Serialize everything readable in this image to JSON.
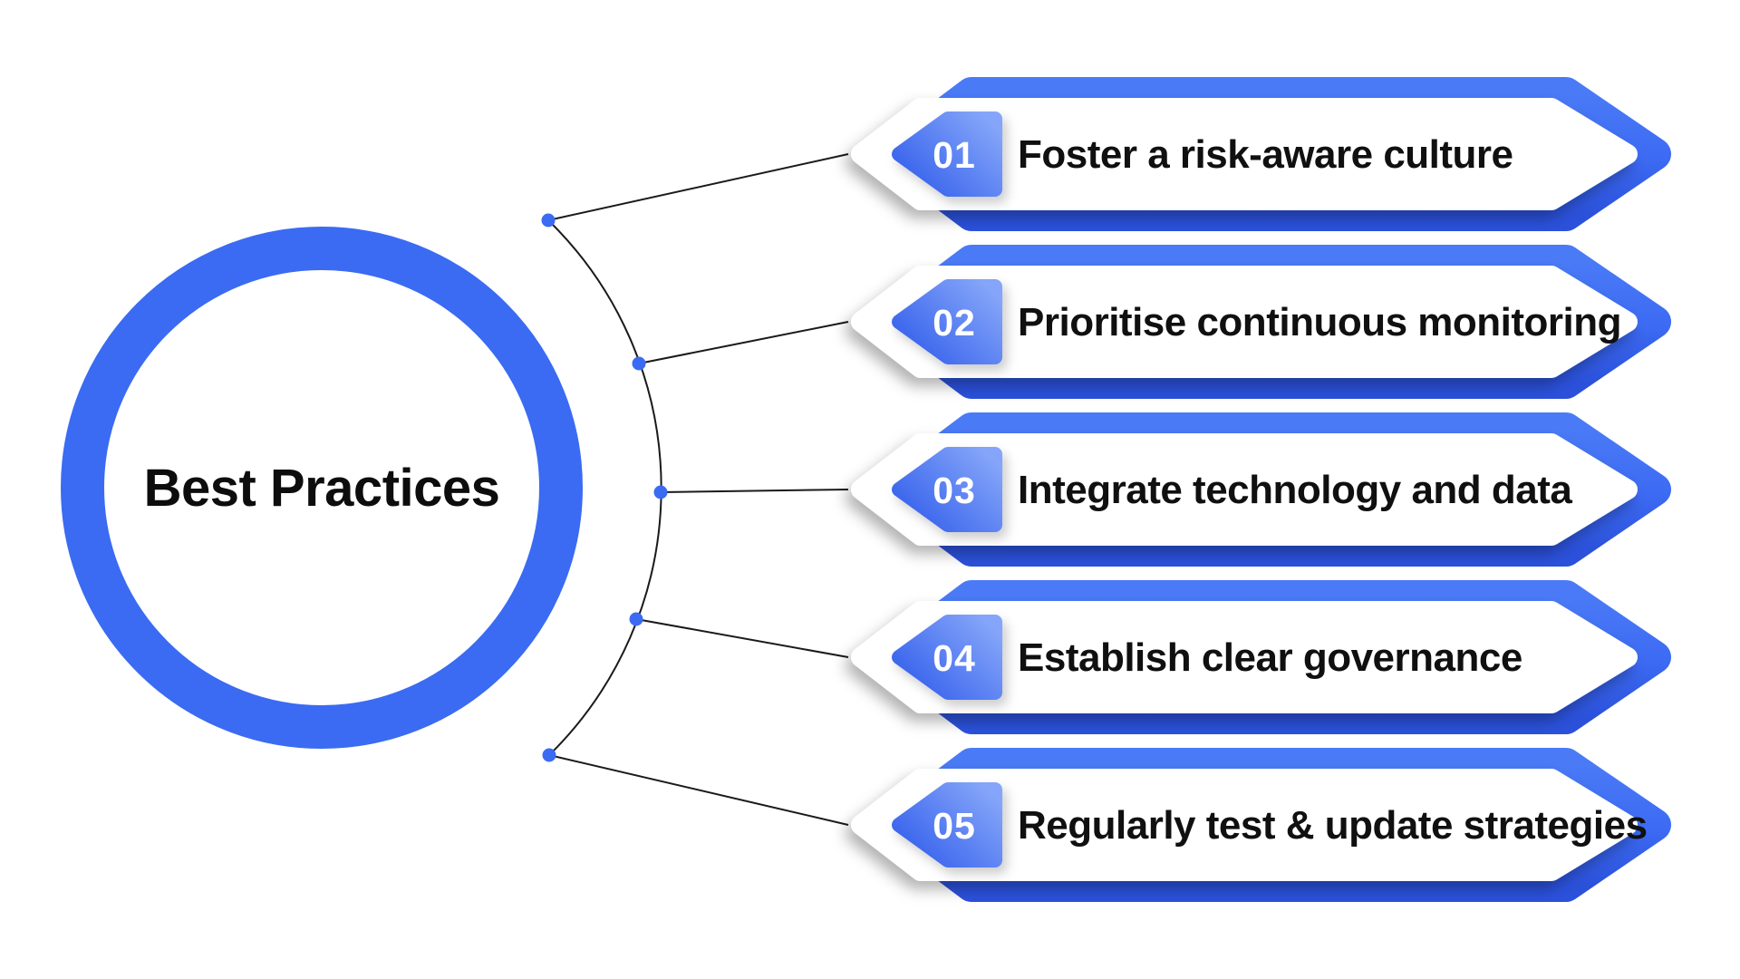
{
  "center": {
    "title": "Best Practices"
  },
  "colors": {
    "accent_blue": "#3a6bf2",
    "banner_blue_top": "#4a7af6",
    "banner_blue_bottom": "#2b51db",
    "badge_gradient_start": "#3560ec",
    "badge_gradient_end": "#84a5f9",
    "text_black": "#101010",
    "connector_black": "#1a1a1a",
    "card_white": "#ffffff"
  },
  "steps": [
    {
      "number": "01",
      "label": "Foster a risk-aware culture"
    },
    {
      "number": "02",
      "label": "Prioritise continuous monitoring"
    },
    {
      "number": "03",
      "label": "Integrate technology and data"
    },
    {
      "number": "04",
      "label": "Establish clear governance"
    },
    {
      "number": "05",
      "label": "Regularly test & update strategies"
    }
  ]
}
